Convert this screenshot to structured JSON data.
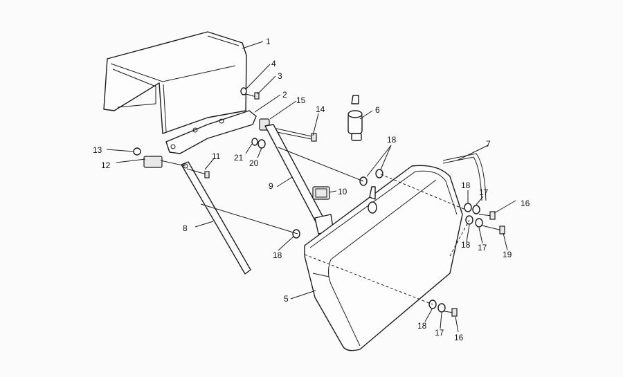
{
  "diagram": {
    "callouts": {
      "c1": "1",
      "c2": "2",
      "c3": "3",
      "c4": "4",
      "c5": "5",
      "c6": "6",
      "c7": "7",
      "c8": "8",
      "c9": "9",
      "c10": "10",
      "c11": "11",
      "c12": "12",
      "c13": "13",
      "c14": "14",
      "c15": "15",
      "c16a": "16",
      "c16b": "16",
      "c17a": "17",
      "c17b": "17",
      "c17c": "17",
      "c18a": "18",
      "c18b": "18",
      "c18c": "18",
      "c18d": "18",
      "c18e": "18",
      "c19": "19",
      "c20": "20",
      "c21": "21"
    }
  }
}
